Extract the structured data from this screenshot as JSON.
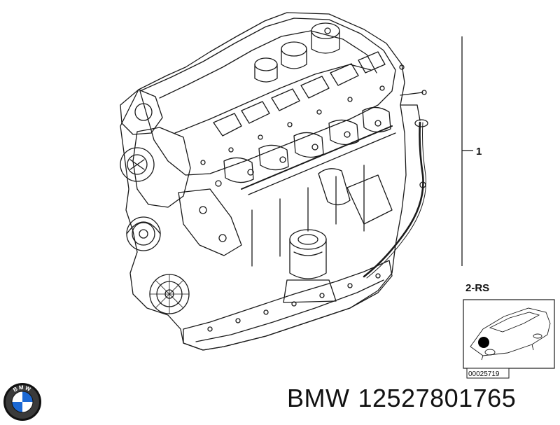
{
  "callouts": {
    "item_1": "1",
    "item_2": "2-RS"
  },
  "inset": {
    "reference_number": "00025719"
  },
  "logo": {
    "ring_text": "BMW",
    "colors": {
      "ring": "#111111",
      "blue": "#1c69d4",
      "white": "#ffffff"
    }
  },
  "part": {
    "brand": "BMW",
    "number": "12527801765"
  },
  "colors": {
    "line": "#1a1a1a",
    "background": "#ffffff"
  }
}
